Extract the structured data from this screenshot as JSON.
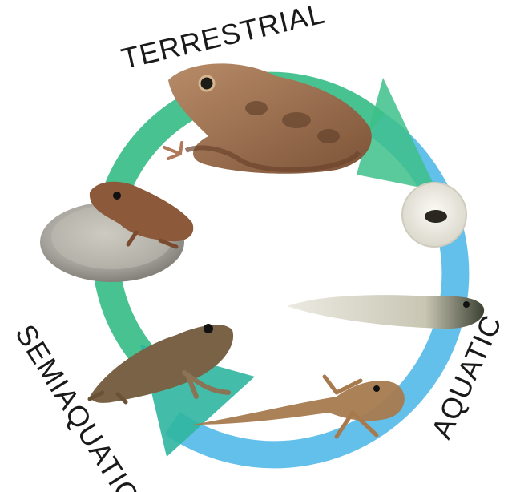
{
  "labels": {
    "terrestrial": "TERRESTRIAL",
    "aquatic": "AQUATIC",
    "semiaquatic": "SEMIAQUATIC"
  },
  "colors": {
    "terrestrial_arrow": "#3dbf8a",
    "aquatic_arrow": "#5bbde9",
    "frog_brown": "#9a6a4a",
    "tadpole_dark": "#3a3f2e",
    "coin_silver": "#a9a9a4",
    "egg_white": "#f1efe8"
  },
  "stages": [
    "adult-frog",
    "egg",
    "tadpole",
    "tadpole-with-legs",
    "froglet",
    "juvenile-frog-on-coin"
  ]
}
